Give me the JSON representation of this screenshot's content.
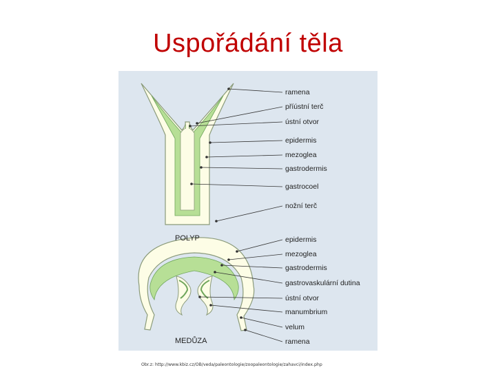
{
  "slide": {
    "title": "Uspořádání těla"
  },
  "polyp": {
    "title": "POLYP",
    "labels": [
      "ramena",
      "příústní terč",
      "ústní otvor",
      "epidermis",
      "mezoglea",
      "gastrodermis",
      "gastrocoel",
      "nožní terč"
    ]
  },
  "meduza": {
    "title": "MEDŮZA",
    "labels": [
      "epidermis",
      "mezoglea",
      "gastrodermis",
      "gastrovaskulární dutina",
      "ústní otvor",
      "manumbrium",
      "velum",
      "ramena"
    ]
  },
  "caption": "Obr.z: http://www.kbiz.cz/OB/veda/paleontologie/zoopaleontologie/zahavci/index.php",
  "colors": {
    "title": "#c00000",
    "panel": "#dde6ef",
    "epidermis": "#fdfde6",
    "gastrodermis": "#b7df96",
    "outline": "#8a9a7a"
  }
}
